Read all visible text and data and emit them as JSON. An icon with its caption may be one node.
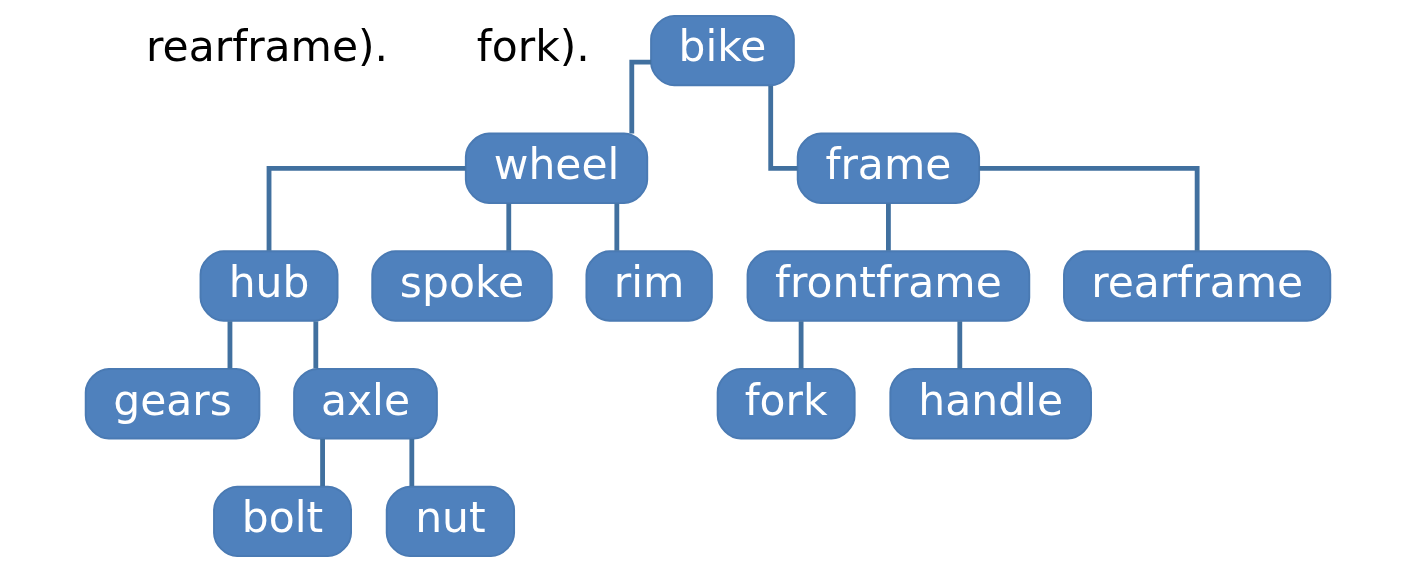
{
  "diagram": {
    "nodes": [
      {
        "text": [
          "bike"
        ]
      },
      {
        "text": [
          "wheel"
        ]
      },
      {
        "text": [
          "frame"
        ]
      },
      {
        "text": [
          "hub"
        ]
      },
      {
        "text": [
          "spoke"
        ]
      },
      {
        "text": [
          "rim"
        ]
      },
      {
        "text": [
          "frontframe"
        ]
      },
      {
        "text": [
          "rearframe"
        ]
      },
      {
        "text": [
          "gears"
        ]
      },
      {
        "text": [
          "axle"
        ]
      },
      {
        "text": [
          "bolt"
        ]
      },
      {
        "text": [
          "nut"
        ]
      },
      {
        "text": [
          "fork"
        ]
      },
      {
        "text": [
          "handle"
        ]
      }
    ],
    "edges": [
      {
        "from": 0,
        "to": 1,
        "arrow": "none"
      },
      {
        "from": 0,
        "to": 2,
        "arrow": "none"
      },
      {
        "from": 1,
        "to": 3,
        "arrow": "none"
      },
      {
        "from": 1,
        "to": 4,
        "arrow": "none"
      },
      {
        "from": 1,
        "to": 5,
        "arrow": "none"
      },
      {
        "from": 2,
        "to": 6,
        "arrow": "none"
      },
      {
        "from": 2,
        "to": 7,
        "arrow": "none"
      },
      {
        "from": 3,
        "to": 8,
        "arrow": "none"
      },
      {
        "from": 3,
        "to": 9,
        "arrow": "none"
      },
      {
        "from": 9,
        "to": 10,
        "arrow": "none"
      },
      {
        "from": 9,
        "to": 11,
        "arrow": "none"
      },
      {
        "from": 6,
        "to": 12,
        "arrow": "none"
      },
      {
        "from": 6,
        "to": 13,
        "arrow": "none"
      }
    ],
    "labels": [
      "rearframe).",
      "fork)."
    ]
  }
}
